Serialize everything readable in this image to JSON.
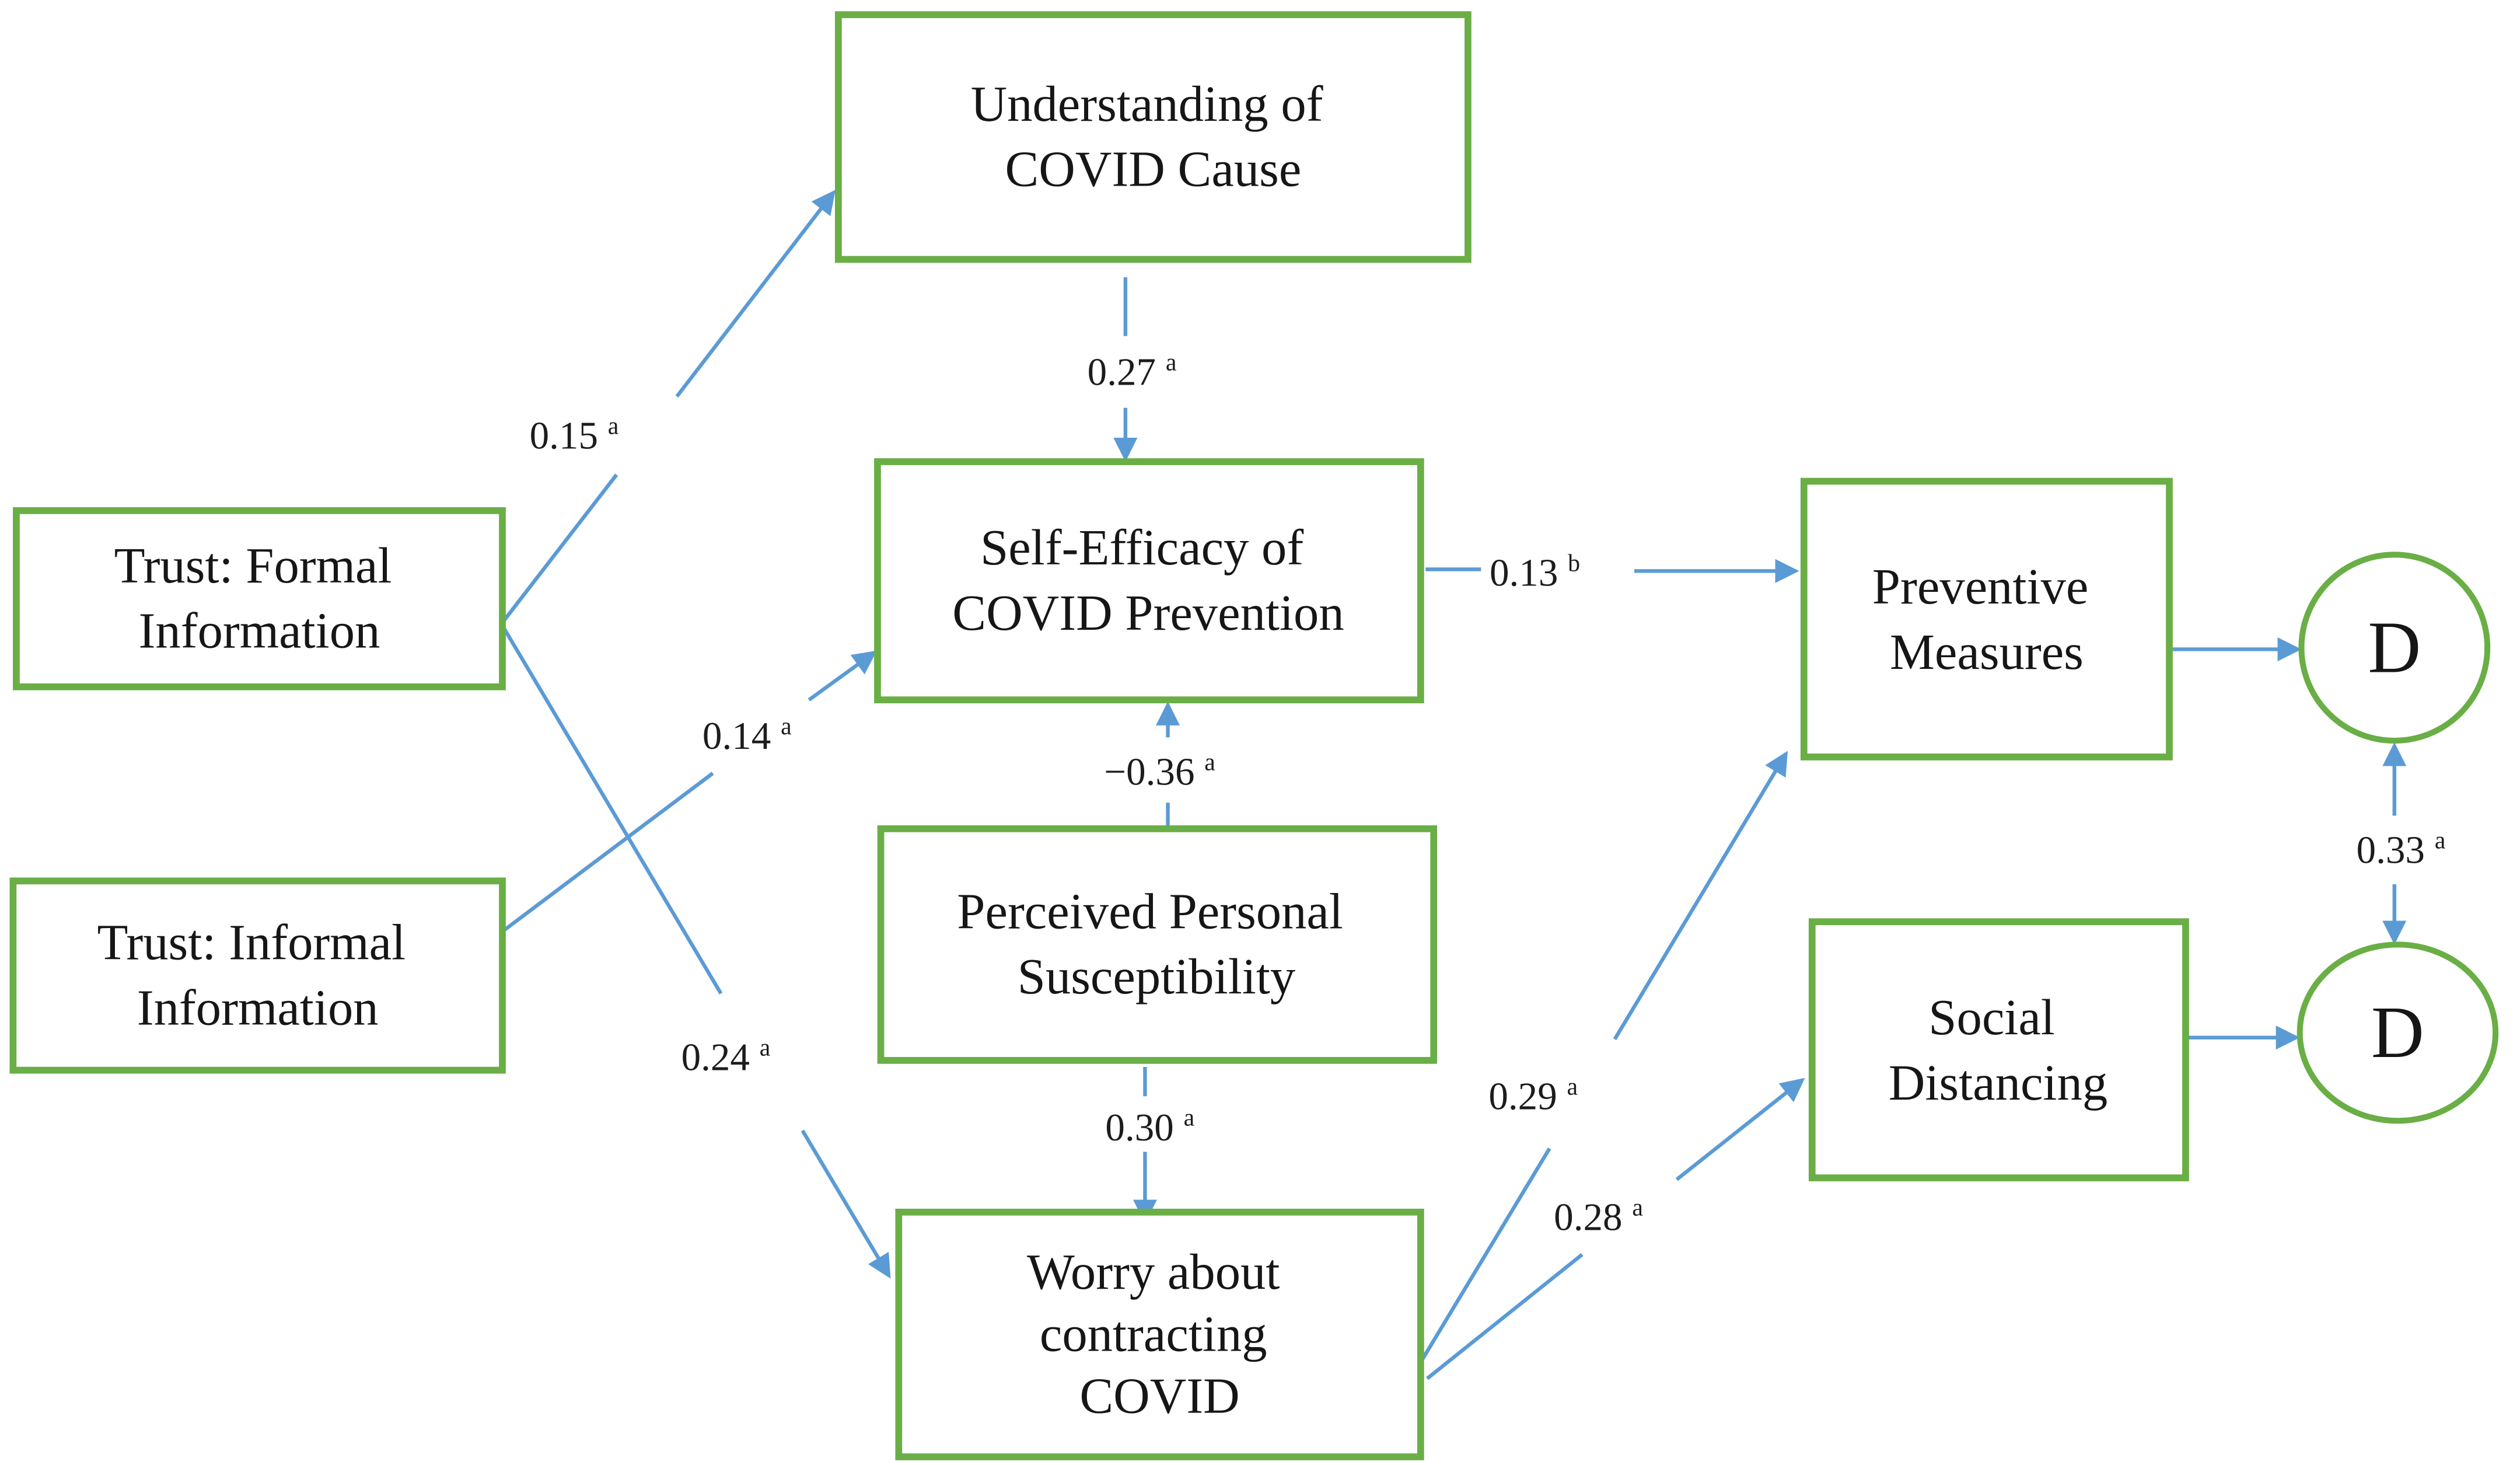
{
  "diagram": {
    "description": "Path model of trust in COVID information, cognitions, and protective behaviors",
    "colors": {
      "box_border": "#6aae46",
      "arrow": "#5b9bd5",
      "text": "#161616",
      "background": "#ffffff"
    },
    "nodes": {
      "understanding": {
        "lines": [
          "Understanding of",
          "COVID Cause"
        ]
      },
      "self_efficacy": {
        "lines": [
          "Self-Efficacy of",
          "COVID Prevention"
        ]
      },
      "perceived": {
        "lines": [
          "Perceived Personal",
          "Susceptibility"
        ]
      },
      "worry": {
        "lines": [
          "Worry about",
          "contracting",
          "COVID"
        ]
      },
      "trust_formal": {
        "lines": [
          "Trust: Formal",
          "Information"
        ]
      },
      "trust_informal": {
        "lines": [
          "Trust: Informal",
          "Information"
        ]
      },
      "preventive": {
        "lines": [
          "Preventive",
          "Measures"
        ]
      },
      "social": {
        "lines": [
          "Social",
          "Distancing"
        ]
      },
      "disturbance_top": {
        "label": "D"
      },
      "disturbance_bottom": {
        "label": "D"
      }
    },
    "edges": {
      "formal_to_understanding": {
        "from": "Trust: Formal Information",
        "to": "Understanding of COVID Cause",
        "value": "0.15",
        "sup": "a",
        "type": "single"
      },
      "understanding_to_self_efficacy": {
        "from": "Understanding of COVID Cause",
        "to": "Self-Efficacy of COVID Prevention",
        "value": "0.27",
        "sup": "a",
        "type": "single"
      },
      "informal_to_self_efficacy": {
        "from": "Trust: Informal Information",
        "to": "Self-Efficacy of COVID Prevention",
        "value": "0.14",
        "sup": "a",
        "type": "single"
      },
      "formal_to_worry": {
        "from": "Trust: Formal Information",
        "to": "Worry about contracting COVID",
        "value": "0.24",
        "sup": "a",
        "type": "single"
      },
      "perceived_to_self_efficacy": {
        "from": "Perceived Personal Susceptibility",
        "to": "Self-Efficacy of COVID Prevention",
        "value": "−0.36",
        "sup": "a",
        "type": "single"
      },
      "perceived_to_worry": {
        "from": "Perceived Personal Susceptibility",
        "to": "Worry about contracting COVID",
        "value": "0.30",
        "sup": "a",
        "type": "single"
      },
      "self_efficacy_to_preventive": {
        "from": "Self-Efficacy of COVID Prevention",
        "to": "Preventive Measures",
        "value": "0.13",
        "sup": "b",
        "type": "single"
      },
      "worry_to_preventive": {
        "from": "Worry about contracting COVID",
        "to": "Preventive Measures",
        "value": "0.29",
        "sup": "a",
        "type": "single"
      },
      "worry_to_social": {
        "from": "Worry about contracting COVID",
        "to": "Social Distancing",
        "value": "0.28",
        "sup": "a",
        "type": "single"
      },
      "preventive_to_d": {
        "from": "Preventive Measures",
        "to": "D",
        "value": "",
        "sup": "",
        "type": "single"
      },
      "social_to_d": {
        "from": "Social Distancing",
        "to": "D",
        "value": "",
        "sup": "",
        "type": "single"
      },
      "d_top_to_d_bottom": {
        "from": "D",
        "to": "D",
        "value": "0.33",
        "sup": "a",
        "type": "double"
      }
    }
  }
}
